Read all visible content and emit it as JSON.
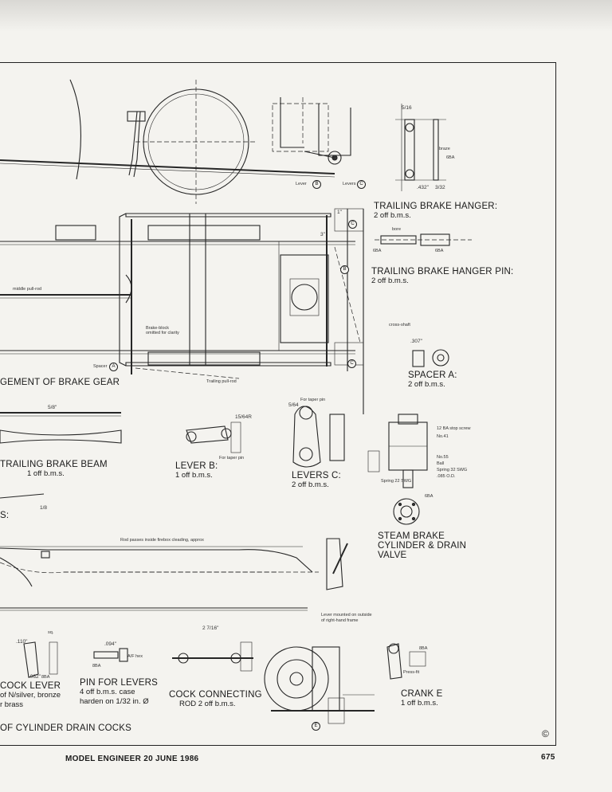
{
  "captions": {
    "trailing_brake_hanger": {
      "title": "TRAILING BRAKE HANGER:",
      "qty": "2 off b.m.s."
    },
    "trailing_brake_hanger_pin": {
      "title": "TRAILING BRAKE HANGER PIN:",
      "qty": "2 off b.m.s."
    },
    "arrangement_brake_gear": "GEMENT OF BRAKE GEAR",
    "spacer_a": {
      "title": "SPACER A:",
      "qty": "2 off b.m.s."
    },
    "trailing_brake_beam": {
      "title": "TRAILING BRAKE BEAM",
      "qty": "1 off b.m.s."
    },
    "lever_b": {
      "title": "LEVER B:",
      "qty": "1 off b.m.s."
    },
    "levers_c": {
      "title": "LEVERS C:",
      "qty": "2 off b.m.s."
    },
    "steam_brake": {
      "line1": "STEAM BRAKE",
      "line2": "CYLINDER & DRAIN",
      "line3": "VALVE"
    },
    "cock_lever": {
      "title": "COCK LEVER",
      "line2": "of N/silver, bronze",
      "line3": "r brass"
    },
    "pin_for_levers": {
      "title": "PIN FOR LEVERS",
      "line2": "4 off b.m.s. case",
      "line3": "harden on 1/32 in. Ø"
    },
    "cock_connecting_rod": {
      "title": "COCK CONNECTING",
      "line2": "ROD  2 off b.m.s."
    },
    "crank_e": {
      "title": "CRANK E",
      "qty": "1 off b.m.s."
    },
    "drain_cocks": "OF CYLINDER DRAIN COCKS",
    "section_s": "S:"
  },
  "labels": {
    "lever_b_callout": "Lever",
    "levers_c_callout": "Levers",
    "brake_block_note": "Brake-block omitted for clarity",
    "spacer_callout": "Spacer",
    "trailing_pull_rod": "Trailing pull-rod",
    "middle_pull_rod": "middle pull-rod",
    "cross_shaft": "cross-shaft",
    "braze": "braze",
    "six_ba": "6BA",
    "eight_ba": "8BA",
    "bore": "bore",
    "for_taper_pin": "For taper pin",
    "for_taper_pin_b": "For taper pin",
    "rod_passes": "Rod passes inside firebox cleading, approx",
    "lever_mounted_1": "Lever mounted on outside",
    "lever_mounted_2": "of right-hand frame",
    "steam_notes": [
      "12 BA stop screw",
      "No.41",
      "No.55",
      "Ball",
      "Spring 32 SWG",
      ".085 O.D.",
      "Spring 22 SWG"
    ],
    "press_fit": "Press-fit",
    "bsq": "sq.",
    "hex": "A/F hex"
  },
  "markers": {
    "b": "B",
    "c": "C",
    "a": "A",
    "e": "E"
  },
  "dims": {
    "d_1": "1\"",
    "d_3": "3\"",
    "d_307": ".307\"",
    "d_432": ".432\"",
    "d_5_16": "5/16",
    "d_3_32": "3/32",
    "d_1_8": "1/8",
    "d_5_8": "5/8\"",
    "d_2_7_16": "2 7/16\"",
    "d_15_64r": "15/64R",
    "d_5_64": "5/64",
    "d_094": ".094\"",
    "d_062": ".062\"",
    "d_110": ".110\""
  },
  "footer": {
    "left": "MODEL ENGINEER 20 JUNE 1986",
    "right": "675",
    "copyright": "©"
  }
}
